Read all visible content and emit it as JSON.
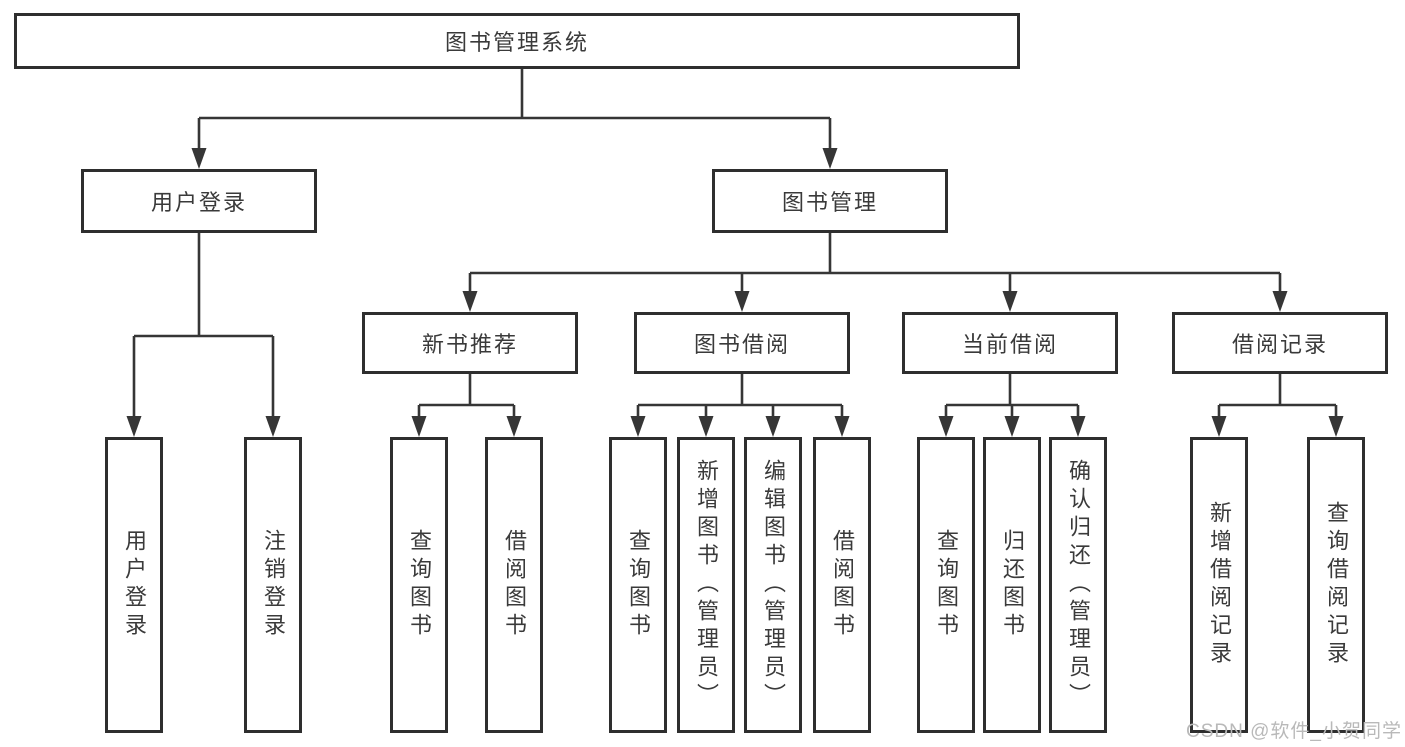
{
  "tree": {
    "root": {
      "label": "图书管理系统",
      "children": [
        {
          "label": "用户登录",
          "children": [
            {
              "label": "用户登录"
            },
            {
              "label": "注销登录"
            }
          ]
        },
        {
          "label": "图书管理",
          "children": [
            {
              "label": "新书推荐",
              "children": [
                {
                  "label": "查询图书"
                },
                {
                  "label": "借阅图书"
                }
              ]
            },
            {
              "label": "图书借阅",
              "children": [
                {
                  "label": "查询图书"
                },
                {
                  "label": "新增图书（管理员）"
                },
                {
                  "label": "编辑图书（管理员）"
                },
                {
                  "label": "借阅图书"
                }
              ]
            },
            {
              "label": "当前借阅",
              "children": [
                {
                  "label": "查询图书"
                },
                {
                  "label": "归还图书"
                },
                {
                  "label": "确认归还（管理员）"
                }
              ]
            },
            {
              "label": "借阅记录",
              "children": [
                {
                  "label": "新增借阅记录"
                },
                {
                  "label": "查询借阅记录"
                }
              ]
            }
          ]
        }
      ]
    }
  },
  "watermark": {
    "text": "CSDN @软件_小贺同学"
  },
  "colors": {
    "line": "#363636",
    "box_border": "#2e2e2e",
    "text": "#3a3a3a",
    "watermark": "#b9b9b9",
    "background": "#ffffff"
  }
}
